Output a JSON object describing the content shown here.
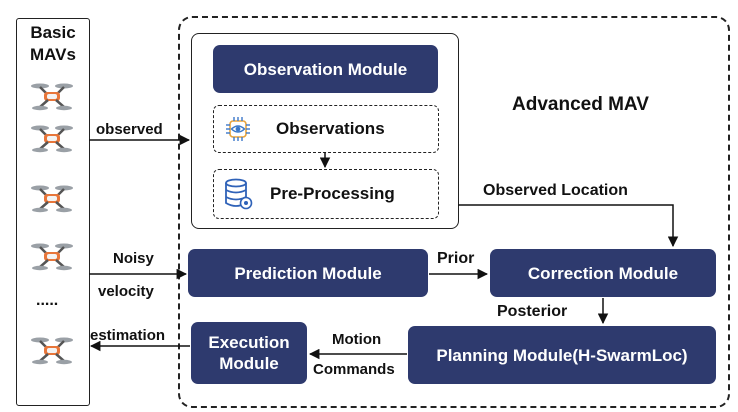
{
  "basic_mavs": {
    "title": "Basic MAVs",
    "ellipsis": "....."
  },
  "advanced_mav": {
    "title": "Advanced MAV"
  },
  "modules": {
    "observation": "Observation Module",
    "observations": "Observations",
    "preprocessing": "Pre-Processing",
    "prediction": "Prediction Module",
    "correction": "Correction Module",
    "planning": "Planning Module(H-SwarmLoc)",
    "execution": "Execution Module"
  },
  "edge_labels": {
    "observed": "observed",
    "observed_location": "Observed Location",
    "noisy": "Noisy",
    "velocity": "velocity",
    "estimation": "estimation",
    "prior": "Prior",
    "posterior": "Posterior",
    "motion": "Motion",
    "commands": "Commands"
  },
  "colors": {
    "module_fill": "#2e3a6e",
    "drone_accent": "#e8763a"
  },
  "icons": [
    "drone-icon",
    "eye-chip-icon",
    "database-icon"
  ]
}
